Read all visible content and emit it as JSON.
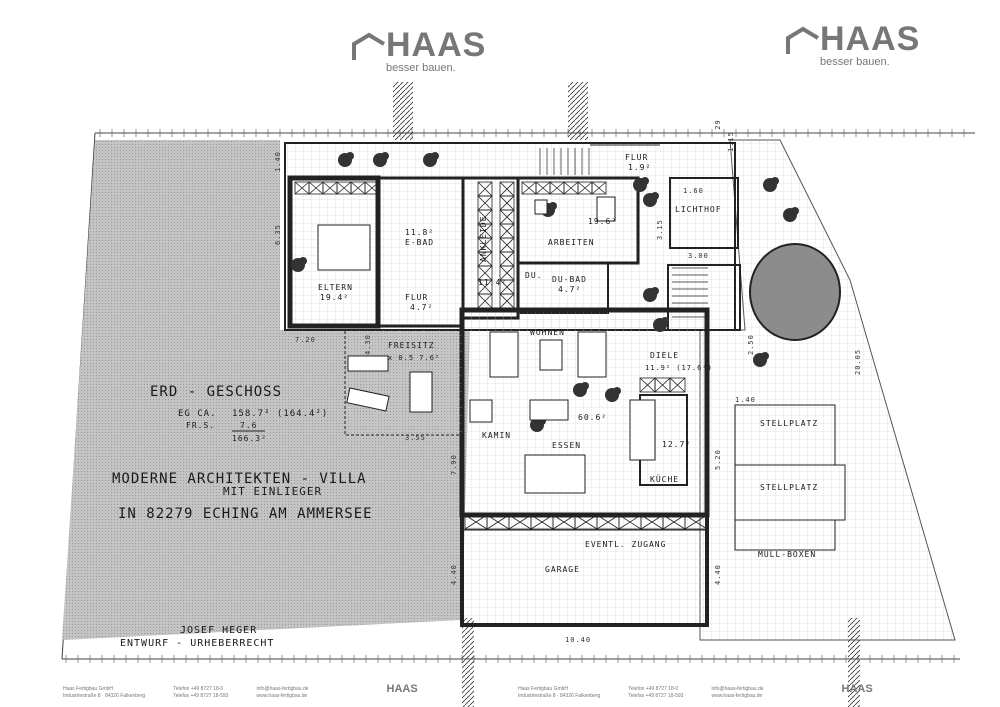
{
  "branding": {
    "logo_text": "HAAS",
    "tagline": "besser bauen."
  },
  "plan": {
    "title": "ERD - GESCHOSS",
    "area_lines": [
      {
        "label": "EG CA.",
        "value": "158.7² (164.4²)"
      },
      {
        "label": "FR.S.",
        "value": "7.6"
      },
      {
        "label": "",
        "value": "166.3²"
      }
    ],
    "project_line1": "MODERNE ARCHITEKTEN - VILLA",
    "project_line2": "MIT EINLIEGER",
    "project_line3": "IN 82279  ECHING  AM AMMERSEE",
    "author": "JOSEF HEGER",
    "copyright": "ENTWURF - URHEBERRECHT",
    "rooms": [
      {
        "name": "ELTERN",
        "area": "19.4²"
      },
      {
        "name": "E-BAD",
        "area": "11.8²"
      },
      {
        "name": "ANKLEIDE",
        "area": "11.4²"
      },
      {
        "name": "FLUR",
        "area": "4.7²"
      },
      {
        "name": "ARBEITEN",
        "area": "19.6²"
      },
      {
        "name": "FLUR",
        "area": "1.9²"
      },
      {
        "name": "DU.",
        "area": ""
      },
      {
        "name": "DU-BAD",
        "area": "4.7²"
      },
      {
        "name": "LICHTHOF",
        "area": ""
      },
      {
        "name": "FREISITZ",
        "area": "x 0.5 7.6²"
      },
      {
        "name": "WOHNEN",
        "area": "60.6²"
      },
      {
        "name": "KAMIN",
        "area": ""
      },
      {
        "name": "ESSEN",
        "area": ""
      },
      {
        "name": "DIELE",
        "area": "11.9² (17.6²)"
      },
      {
        "name": "KÜCHE",
        "area": "12.7²"
      },
      {
        "name": "EVENTL. ZUGANG",
        "area": ""
      },
      {
        "name": "GARAGE",
        "area": ""
      },
      {
        "name": "STELLPLATZ",
        "area": ""
      },
      {
        "name": "STELLPLATZ",
        "area": ""
      },
      {
        "name": "MÜLL-BOXEN",
        "area": ""
      }
    ],
    "dimensions": [
      "1.40",
      "6.35",
      "7.20",
      "4.30",
      "3.55",
      "7.90",
      "4.40",
      "10.40",
      "4.40",
      "5.20",
      "1.40",
      "2.50",
      "20.05",
      "3.15",
      "3.00",
      "1.60",
      ".29",
      "1.15"
    ]
  },
  "footer": [
    {
      "company": "Haas Fertigbau GmbH",
      "address": "Industriestraße 8 · 84326 Falkenberg",
      "phone": "Telefon +49 8727 18-0",
      "fax": "Telefax +49 8727 18-593",
      "email": "info@haas-fertigbau.de",
      "web": "www.haas-fertigbau.de"
    },
    {
      "company": "Haas Fertigbau GmbH",
      "address": "Industriestraße 8 · 84326 Falkenberg",
      "phone": "Telefon +49 8727 18-0",
      "fax": "Telefax +49 8727 18-593",
      "email": "info@haas-fertigbau.de",
      "web": "www.haas-fertigbau.de"
    }
  ],
  "colors": {
    "paper": "#ffffff",
    "ink": "#1a1a1a",
    "shade": "#bdbdbd",
    "logo": "#777777"
  }
}
